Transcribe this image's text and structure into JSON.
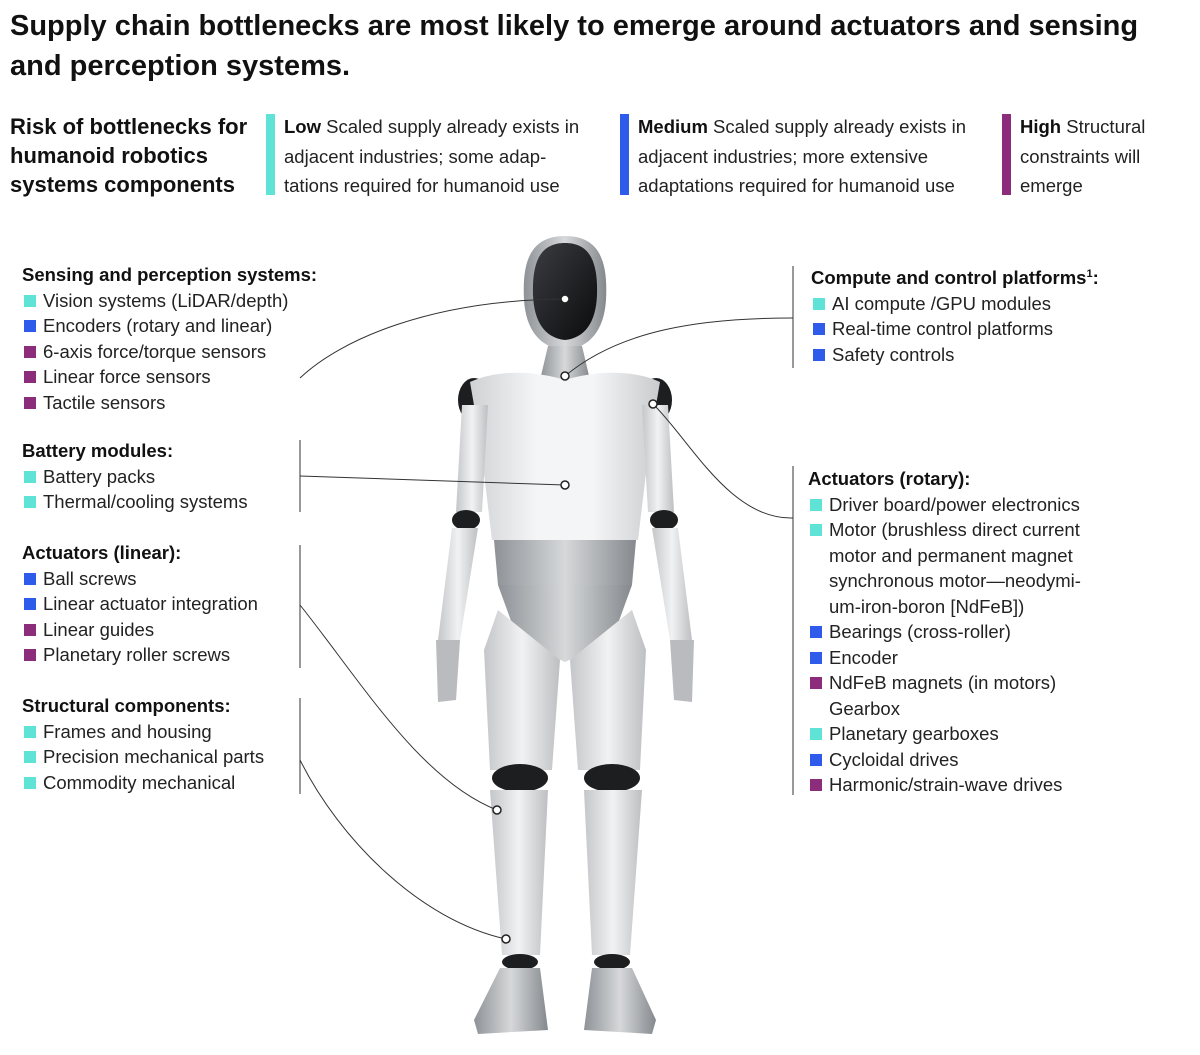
{
  "title": "Supply chain bottlenecks are most likely to emerge around actuators and sensing and perception systems.",
  "legend": {
    "heading": "Risk of bottlenecks for humanoid robotics systems components",
    "items": [
      {
        "level": "Low",
        "text": "Scaled supply already exists in adjacent industries; some adap-tations required for humanoid use",
        "color": "#5ee3d6"
      },
      {
        "level": "Medium",
        "text": "Scaled supply already exists in adjacent industries; more extensive adaptations required for humanoid use",
        "color": "#2f5bea"
      },
      {
        "level": "High",
        "text": "Structural constraints will emerge",
        "color": "#8c2d7c"
      }
    ]
  },
  "colors": {
    "low": "#5ee3d6",
    "medium": "#2f5bea",
    "high": "#8c2d7c"
  },
  "groups": {
    "sensing": {
      "title": "Sensing and perception systems:",
      "items": [
        {
          "label": "Vision systems (LiDAR/depth)",
          "risk": "low"
        },
        {
          "label": "Encoders (rotary and linear)",
          "risk": "medium"
        },
        {
          "label": "6-axis force/torque sensors",
          "risk": "high"
        },
        {
          "label": "Linear force sensors",
          "risk": "high"
        },
        {
          "label": "Tactile sensors",
          "risk": "high"
        }
      ]
    },
    "battery": {
      "title": "Battery modules:",
      "items": [
        {
          "label": "Battery packs",
          "risk": "low"
        },
        {
          "label": "Thermal/cooling systems",
          "risk": "low"
        }
      ]
    },
    "linear": {
      "title": "Actuators (linear):",
      "items": [
        {
          "label": "Ball screws",
          "risk": "medium"
        },
        {
          "label": "Linear actuator integration",
          "risk": "medium"
        },
        {
          "label": "Linear guides",
          "risk": "high"
        },
        {
          "label": "Planetary roller screws",
          "risk": "high"
        }
      ]
    },
    "structural": {
      "title": "Structural components:",
      "items": [
        {
          "label": "Frames and housing",
          "risk": "low"
        },
        {
          "label": "Precision mechanical parts",
          "risk": "low"
        },
        {
          "label": "Commodity mechanical",
          "risk": "low"
        }
      ]
    },
    "compute": {
      "title": "Compute and control platforms",
      "footnote": "1",
      "title_suffix": ":",
      "items": [
        {
          "label": "AI compute /GPU modules",
          "risk": "low"
        },
        {
          "label": "Real-time control platforms",
          "risk": "medium"
        },
        {
          "label": "Safety controls",
          "risk": "medium"
        }
      ]
    },
    "rotary": {
      "title": "Actuators (rotary):",
      "items": [
        {
          "label": "Driver board/power electronics",
          "risk": "low"
        },
        {
          "label": "Motor (brushless direct current",
          "risk": "low"
        },
        {
          "label": "motor and permanent magnet",
          "risk": "none"
        },
        {
          "label": "synchronous motor—neodymi-",
          "risk": "none"
        },
        {
          "label": "um-iron-boron [NdFeB])",
          "risk": "none"
        },
        {
          "label": "Bearings (cross-roller)",
          "risk": "medium"
        },
        {
          "label": "Encoder",
          "risk": "medium"
        },
        {
          "label": "NdFeB magnets (in motors)",
          "risk": "high"
        },
        {
          "label": "Gearbox",
          "risk": "subheading"
        },
        {
          "label": "Planetary gearboxes",
          "risk": "low"
        },
        {
          "label": "Cycloidal drives",
          "risk": "medium"
        },
        {
          "label": "Harmonic/strain-wave drives",
          "risk": "high"
        }
      ]
    }
  }
}
